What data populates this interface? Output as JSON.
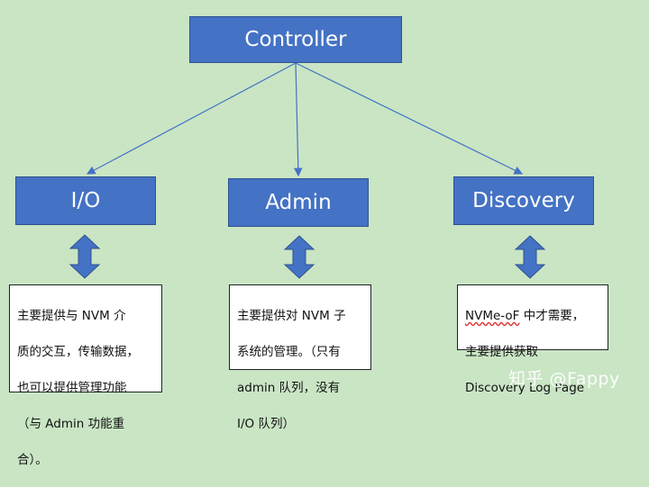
{
  "diagram": {
    "controller": {
      "label": "Controller"
    },
    "children": [
      {
        "key": "io",
        "label": "I/O",
        "note_lines": [
          "主要提供与 NVM 介",
          "质的交互，传输数据，",
          "也可以提供管理功能",
          "（与 Admin 功能重",
          "合）。"
        ]
      },
      {
        "key": "admin",
        "label": "Admin",
        "note_lines": [
          "主要提供对 NVM 子",
          "系统的管理。（只有",
          "admin 队列，没有",
          "I/O 队列）"
        ]
      },
      {
        "key": "discovery",
        "label": "Discovery",
        "note_prefix": "NVMe-oF",
        "note_lines": [
          "中才需要，",
          "主要提供获取",
          "Discovery Log Page"
        ]
      }
    ]
  },
  "watermark": "知乎 @Fappy",
  "colors": {
    "background": "#c9e5c4",
    "box_fill": "#4472c4",
    "box_border": "#2f528f",
    "connector": "#4472c4"
  }
}
